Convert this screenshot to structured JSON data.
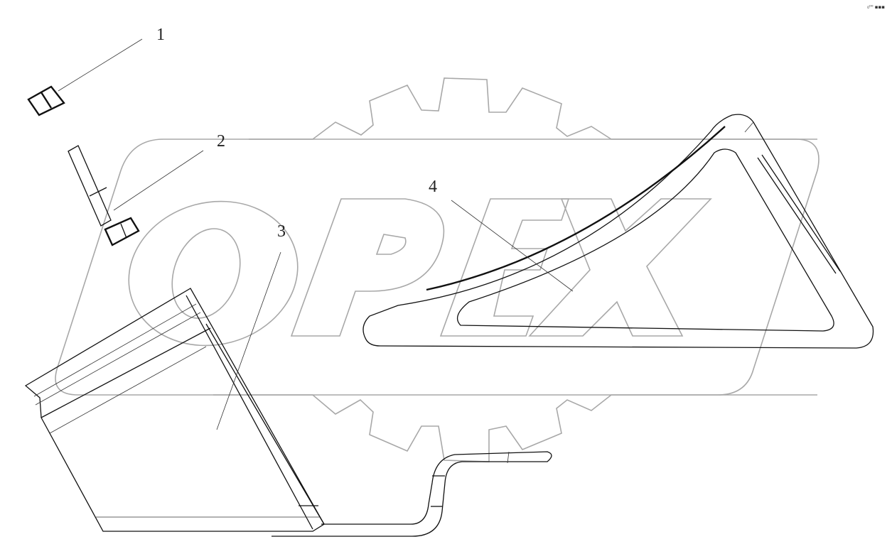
{
  "diagram": {
    "type": "exploded parts diagram",
    "watermark": {
      "text": "OPEX",
      "color": "#a8a8a8",
      "shape": "gear with rounded-rectangle badge"
    },
    "corner_mark": "₀⁰⁰ ▪▪▪",
    "callouts": [
      {
        "number": "1",
        "part": "nut"
      },
      {
        "number": "2",
        "part": "bolt"
      },
      {
        "number": "3",
        "part": "bracket"
      },
      {
        "number": "4",
        "part": "triangular plate"
      }
    ],
    "colors": {
      "lines": "#111111",
      "background": "#ffffff",
      "watermark": "#a8a8a8"
    }
  }
}
